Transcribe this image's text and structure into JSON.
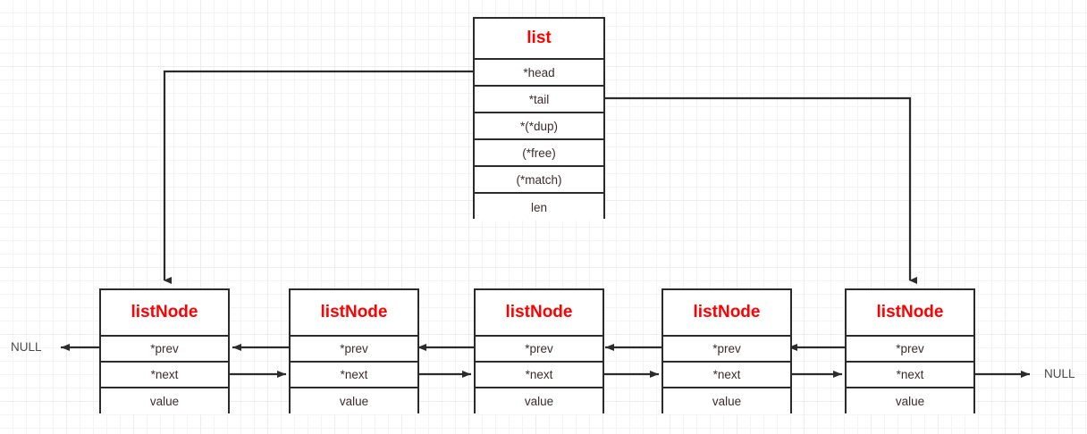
{
  "diagram": {
    "title": "doubly linked list structure diagram",
    "colors": {
      "struct_header_text": "#ff0000",
      "field_text": "#3d2b2b",
      "border": "#2b2b2b",
      "null_text": "#4a4a4a",
      "grid_minor": "#f4f4f4",
      "grid_major": "#ededed",
      "background": "#ffffff"
    },
    "list_struct": {
      "name": "list",
      "fields": [
        {
          "label": "*head"
        },
        {
          "label": "*tail"
        },
        {
          "label": "*(*dup)"
        },
        {
          "label": "(*free)"
        },
        {
          "label": "(*match)"
        },
        {
          "label": "len"
        }
      ]
    },
    "node_struct_fields": [
      {
        "label": "*prev"
      },
      {
        "label": "*next"
      },
      {
        "label": "value"
      }
    ],
    "nodes": [
      {
        "name": "listNode",
        "fields": [
          "*prev",
          "*next",
          "value"
        ]
      },
      {
        "name": "listNode",
        "fields": [
          "*prev",
          "*next",
          "value"
        ]
      },
      {
        "name": "listNode",
        "fields": [
          "*prev",
          "*next",
          "value"
        ]
      },
      {
        "name": "listNode",
        "fields": [
          "*prev",
          "*next",
          "value"
        ]
      },
      {
        "name": "listNode",
        "fields": [
          "*prev",
          "*next",
          "value"
        ]
      }
    ],
    "terminators": {
      "left_null": "NULL",
      "right_null": "NULL"
    },
    "edges": [
      {
        "from": "list.*head",
        "to": "node-1",
        "direction": "down"
      },
      {
        "from": "list.*tail",
        "to": "node-5",
        "direction": "down"
      },
      {
        "from": "node-1.*prev",
        "to": "NULL",
        "direction": "left"
      },
      {
        "from": "node-2.*prev",
        "to": "node-1",
        "direction": "left"
      },
      {
        "from": "node-3.*prev",
        "to": "node-2",
        "direction": "left"
      },
      {
        "from": "node-4.*prev",
        "to": "node-3",
        "direction": "left"
      },
      {
        "from": "node-5.*prev",
        "to": "node-4",
        "direction": "left"
      },
      {
        "from": "node-1.*next",
        "to": "node-2",
        "direction": "right"
      },
      {
        "from": "node-2.*next",
        "to": "node-3",
        "direction": "right"
      },
      {
        "from": "node-3.*next",
        "to": "node-4",
        "direction": "right"
      },
      {
        "from": "node-4.*next",
        "to": "node-5",
        "direction": "right"
      },
      {
        "from": "node-5.*next",
        "to": "NULL",
        "direction": "right"
      }
    ]
  }
}
